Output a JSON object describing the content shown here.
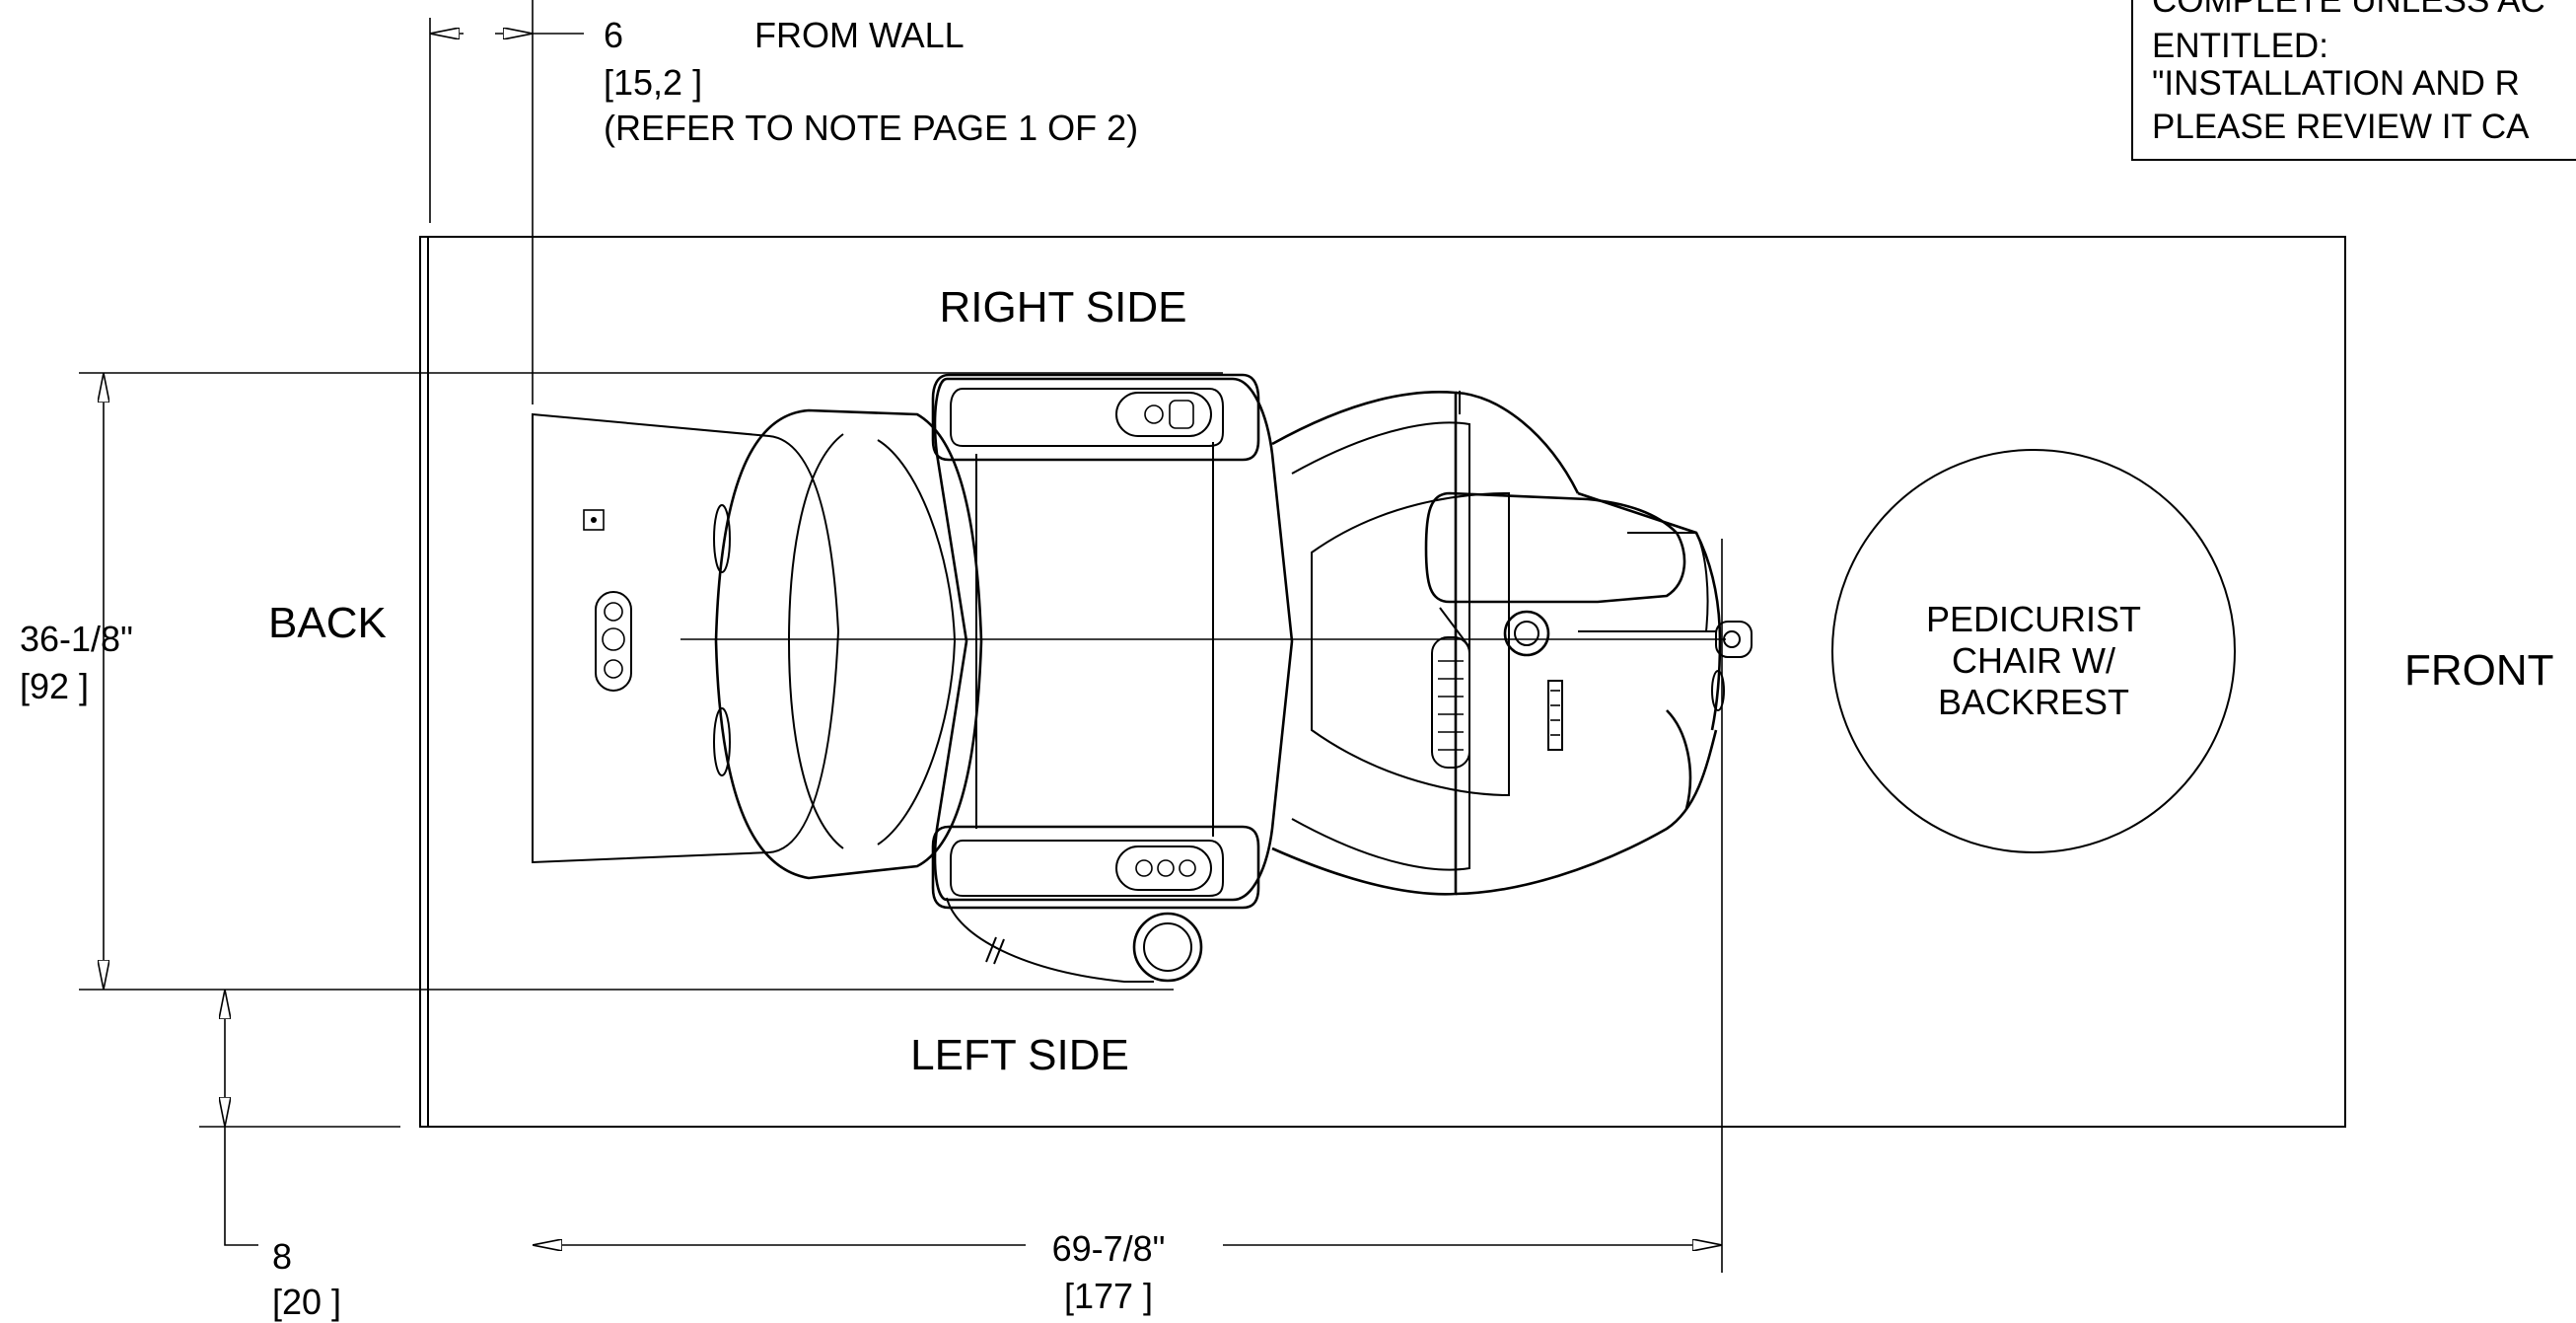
{
  "note_box": {
    "line1": "COMPLETE UNLESS AC",
    "line2": "ENTITLED:",
    "line3": "\"INSTALLATION AND R",
    "line4": "PLEASE REVIEW IT CA"
  },
  "wall_clearance": {
    "value": "6",
    "metric": "[15,2 ]",
    "label": "FROM WALL",
    "note": "(REFER TO NOTE PAGE 1 OF 2)"
  },
  "sides": {
    "right": "RIGHT SIDE",
    "left": "LEFT SIDE",
    "back": "BACK",
    "front": "FRONT"
  },
  "width_dimension": {
    "imperial": "36-1/8\"",
    "metric": "[92 ]"
  },
  "side_clearance": {
    "imperial": "8",
    "metric": "[20 ]"
  },
  "length_dimension": {
    "imperial": "69-7/8\"",
    "metric": "[177 ]"
  },
  "pedicurist_chair": {
    "line1": "PEDICURIST",
    "line2": "CHAIR W/",
    "line3": "BACKREST"
  }
}
